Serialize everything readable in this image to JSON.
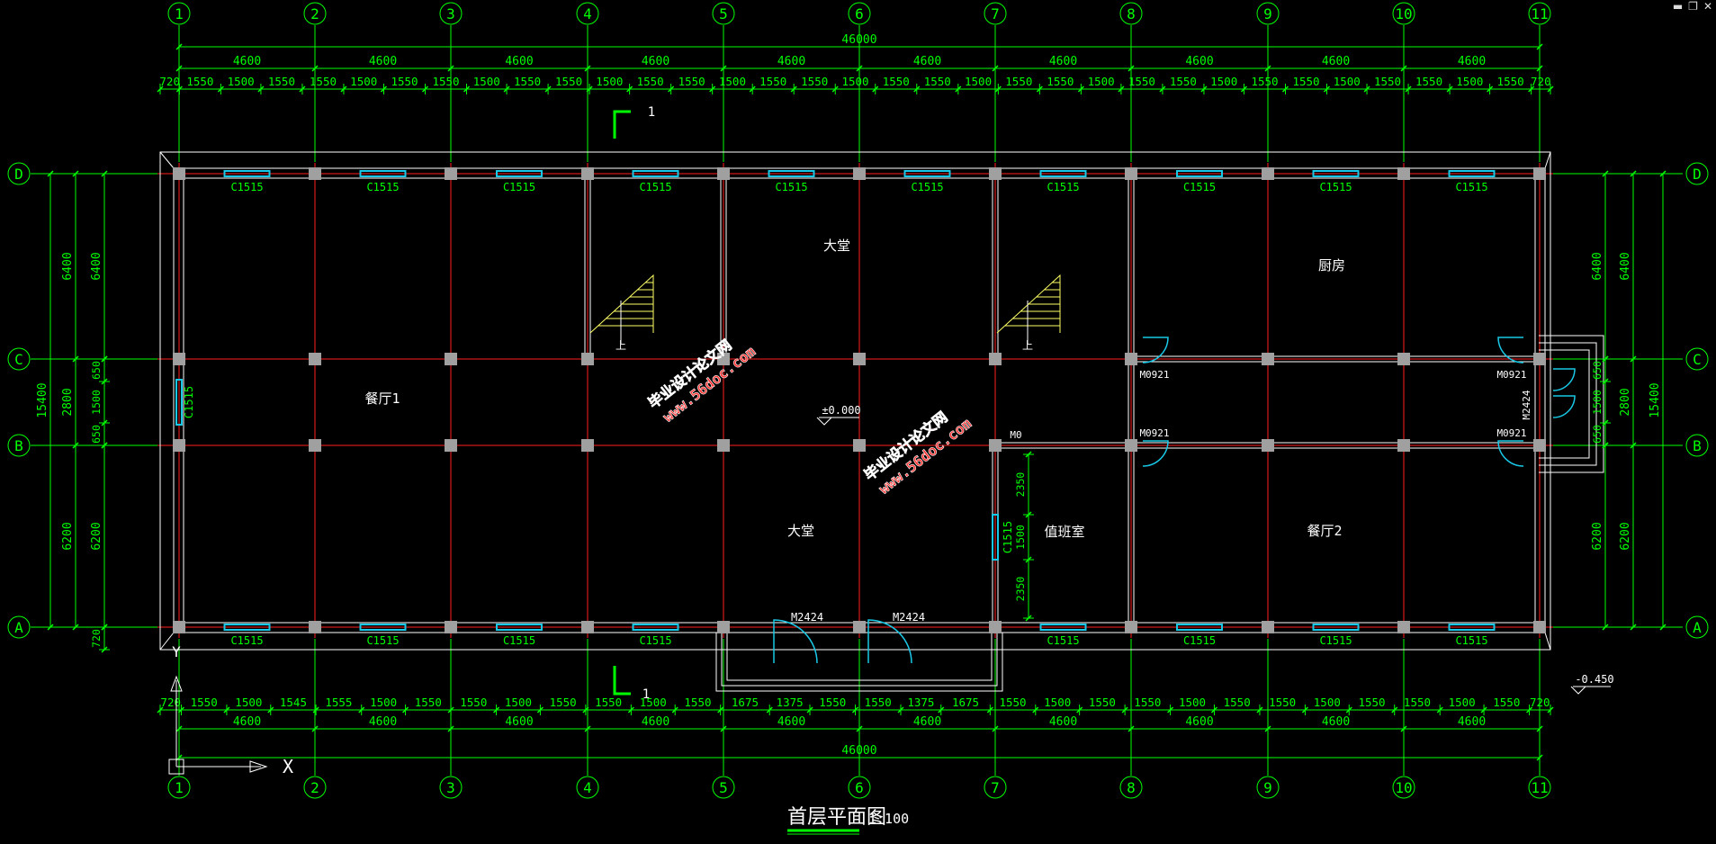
{
  "window_controls": {
    "minimize": "▬",
    "restore": "❐",
    "close": "✕"
  },
  "colors": {
    "dim": "#00ff00",
    "axis": "#ff2020",
    "wall": "#ffffff",
    "column": "#a0a0a0",
    "window": "#19c8e6",
    "stair": "#ffff66",
    "label": "#ffffff",
    "watermark_fill": "#ff3030",
    "watermark_stroke": "#ffffff"
  },
  "drawing": {
    "grid_cols": [
      "1",
      "2",
      "3",
      "4",
      "5",
      "6",
      "7",
      "8",
      "9",
      "10",
      "11"
    ],
    "grid_rows": [
      "D",
      "C",
      "B",
      "A"
    ],
    "top_dims": {
      "total": "46000",
      "bays": [
        "4600",
        "4600",
        "4600",
        "4600",
        "4600",
        "4600",
        "4600",
        "4600",
        "4600",
        "4600"
      ],
      "detail": [
        "720",
        "1550",
        "1500",
        "1550",
        "1550",
        "1500",
        "1550",
        "1550",
        "1500",
        "1550",
        "1550",
        "1500",
        "1550",
        "1550",
        "1500",
        "1550",
        "1550",
        "1500",
        "1550",
        "1550",
        "1500",
        "1550",
        "1550",
        "1500",
        "1550",
        "1550",
        "1500",
        "1550",
        "1550",
        "1500",
        "1550",
        "1550",
        "1500",
        "1550",
        "720"
      ]
    },
    "bottom_dims": {
      "total": "46000",
      "bays": [
        "4600",
        "4600",
        "4600",
        "4600",
        "4600",
        "4600",
        "4600",
        "4600",
        "4600",
        "4600"
      ],
      "detail": [
        "720",
        "1550",
        "1500",
        "1545",
        "1555",
        "1500",
        "1550",
        "1550",
        "1500",
        "1550",
        "1550",
        "1500",
        "1550",
        "1675",
        "1375",
        "1550",
        "1550",
        "1375",
        "1675",
        "1550",
        "1500",
        "1550",
        "1550",
        "1500",
        "1550",
        "1550",
        "1500",
        "1550",
        "1550",
        "1500",
        "1550",
        "720"
      ]
    },
    "side_dims": {
      "outer": "15400",
      "bays": [
        "6400",
        "2800",
        "6200"
      ],
      "mid": [
        "650",
        "1500",
        "650"
      ],
      "edge": "720"
    },
    "window_tag": "C1515",
    "door_small": "M0921",
    "door_main": "M2424",
    "door_side": "M2424",
    "rooms": [
      "大堂",
      "大堂",
      "厨房",
      "餐厅1",
      "餐厅2",
      "值班室"
    ],
    "stair_up": "上",
    "level_main": "±0.000",
    "level_ext": "-0.450",
    "section_mark": "1",
    "dim_2350": "2350",
    "dim_1500": "1500",
    "ucs_x": "X",
    "ucs_y": "Y",
    "title": "首层平面图",
    "scale": "1:100",
    "watermark_1": "毕业设计论文网",
    "watermark_2": "www.56doc.com"
  }
}
